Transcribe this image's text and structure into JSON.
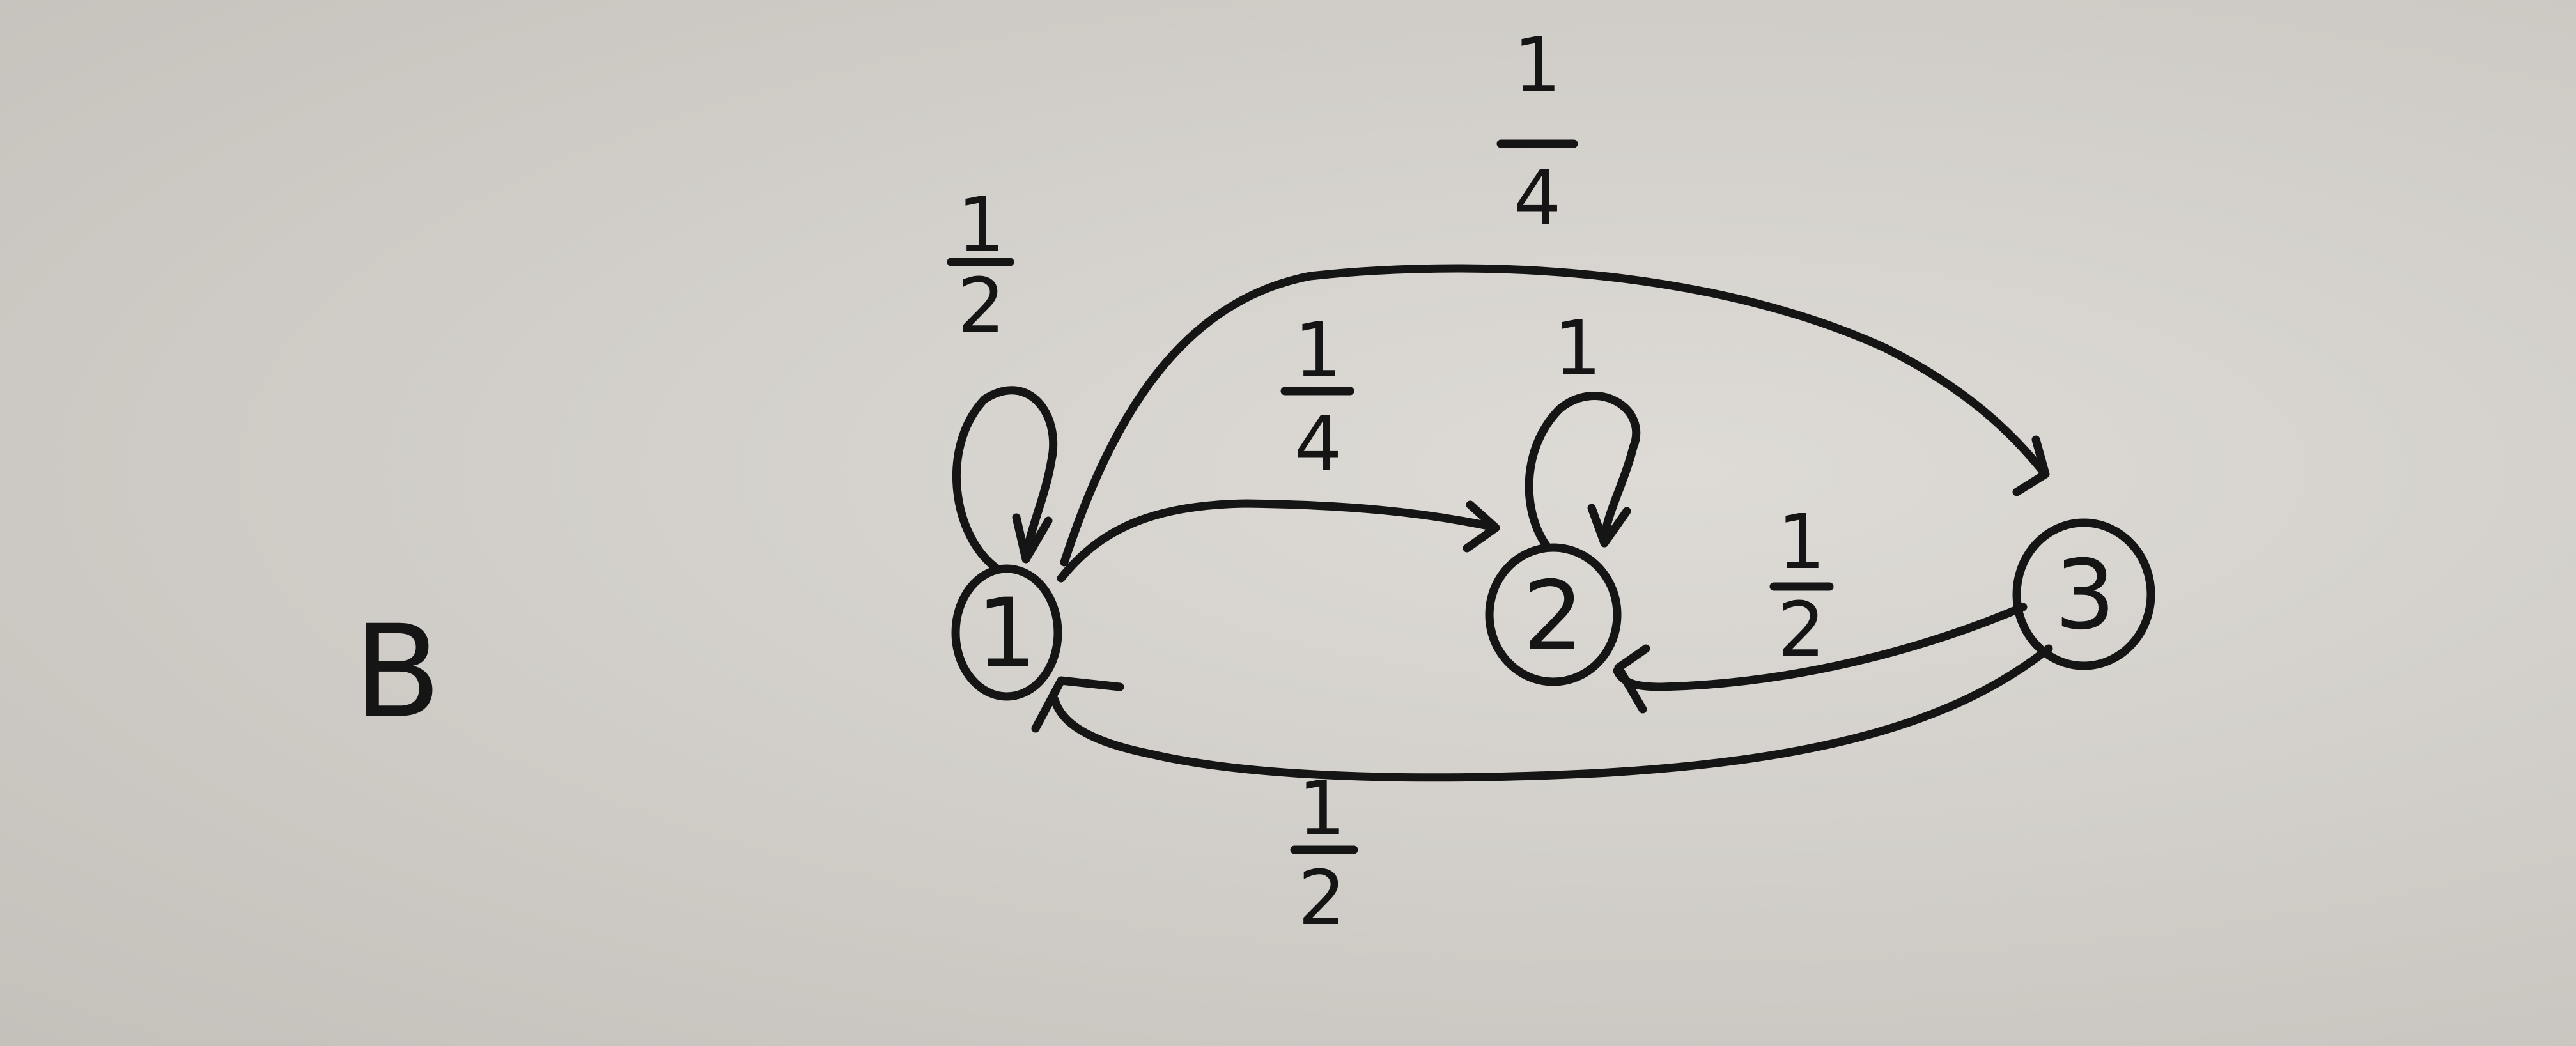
{
  "diagram": {
    "panel_label": "B",
    "nodes": [
      {
        "id": "1",
        "label": "1"
      },
      {
        "id": "2",
        "label": "2"
      },
      {
        "id": "3",
        "label": "3"
      }
    ],
    "edges": [
      {
        "from": "1",
        "to": "1",
        "weight": {
          "num": "1",
          "den": "2"
        }
      },
      {
        "from": "1",
        "to": "2",
        "weight": {
          "num": "1",
          "den": "4"
        }
      },
      {
        "from": "1",
        "to": "3",
        "weight": {
          "num": "1",
          "den": "4"
        }
      },
      {
        "from": "2",
        "to": "2",
        "weight": {
          "num": "1",
          "den": ""
        }
      },
      {
        "from": "3",
        "to": "2",
        "weight": {
          "num": "1",
          "den": "2"
        }
      },
      {
        "from": "3",
        "to": "1",
        "weight": {
          "num": "1",
          "den": "2"
        }
      }
    ]
  },
  "colors": {
    "ink": "#151515",
    "paper": "#d6d3ce"
  }
}
